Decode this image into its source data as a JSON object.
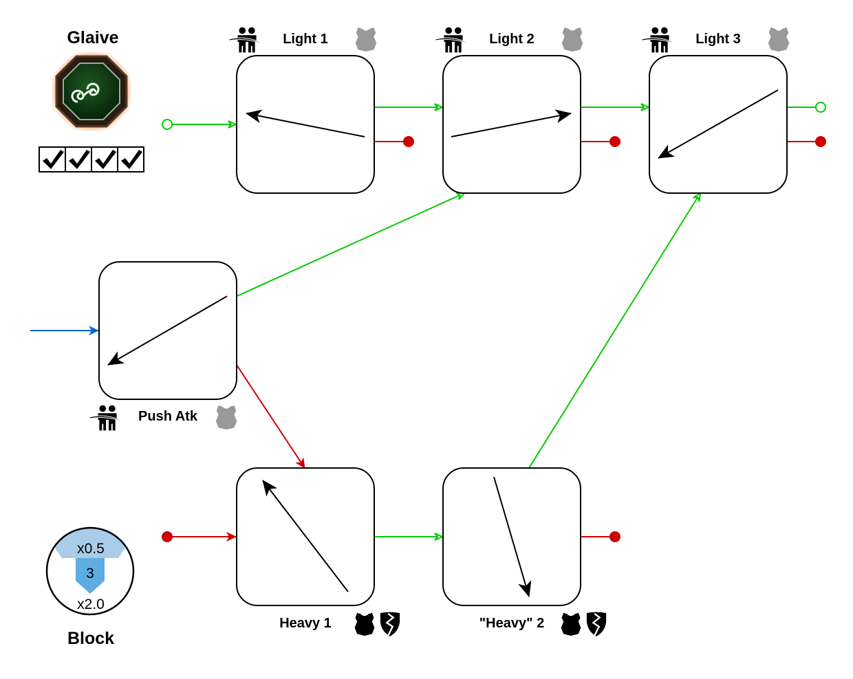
{
  "weapon": {
    "name": "Glaive",
    "icon": "triskelion-swirl-gem-icon",
    "checks": [
      "check",
      "check",
      "check",
      "check"
    ]
  },
  "block": {
    "label": "Block",
    "top_multiplier": "x0.5",
    "value": "3",
    "bottom_multiplier": "x2.0"
  },
  "colors": {
    "success": "#00cc00",
    "fail": "#cc0000",
    "entry": "#0066cc",
    "armor_light": "#999999",
    "armor_heavy": "#000000",
    "block_light": "#a9cce8",
    "block_dark": "#5dade2"
  },
  "nodes": [
    {
      "id": "light1",
      "label": "Light 1",
      "icons": [
        "team-attack-icon",
        "light-armor-icon"
      ],
      "direction": "right-to-left-slightly-up"
    },
    {
      "id": "light2",
      "label": "Light 2",
      "icons": [
        "team-attack-icon",
        "light-armor-icon"
      ],
      "direction": "left-to-right-slightly-up"
    },
    {
      "id": "light3",
      "label": "Light 3",
      "icons": [
        "team-attack-icon",
        "light-armor-icon"
      ],
      "direction": "top-right-to-bottom-left"
    },
    {
      "id": "push",
      "label": "Push Atk",
      "icons": [
        "team-attack-icon",
        "light-armor-icon"
      ],
      "direction": "top-right-to-bottom-left"
    },
    {
      "id": "heavy1",
      "label": "Heavy 1",
      "icons": [
        "heavy-armor-icon",
        "broken-shield-icon"
      ],
      "direction": "bottom-right-to-top-left"
    },
    {
      "id": "heavy2",
      "label": "\"Heavy\" 2",
      "icons": [
        "heavy-armor-icon",
        "broken-shield-icon"
      ],
      "direction": "top-to-bottom-slightly-right"
    }
  ],
  "connections": [
    {
      "from": "start",
      "to": "light1",
      "type": "success"
    },
    {
      "from": "light1",
      "to": "light2",
      "type": "success"
    },
    {
      "from": "light2",
      "to": "light3",
      "type": "success"
    },
    {
      "from": "light3",
      "to": "end",
      "type": "success"
    },
    {
      "from": "light1",
      "to": "end",
      "type": "fail"
    },
    {
      "from": "light2",
      "to": "end",
      "type": "fail"
    },
    {
      "from": "light3",
      "to": "end",
      "type": "fail"
    },
    {
      "from": "entry",
      "to": "push",
      "type": "entry"
    },
    {
      "from": "push",
      "to": "light2",
      "type": "success"
    },
    {
      "from": "push",
      "to": "heavy1",
      "type": "fail"
    },
    {
      "from": "start",
      "to": "heavy1",
      "type": "fail"
    },
    {
      "from": "heavy1",
      "to": "heavy2",
      "type": "success"
    },
    {
      "from": "heavy2",
      "to": "light3",
      "type": "success"
    },
    {
      "from": "heavy2",
      "to": "end",
      "type": "fail"
    }
  ]
}
